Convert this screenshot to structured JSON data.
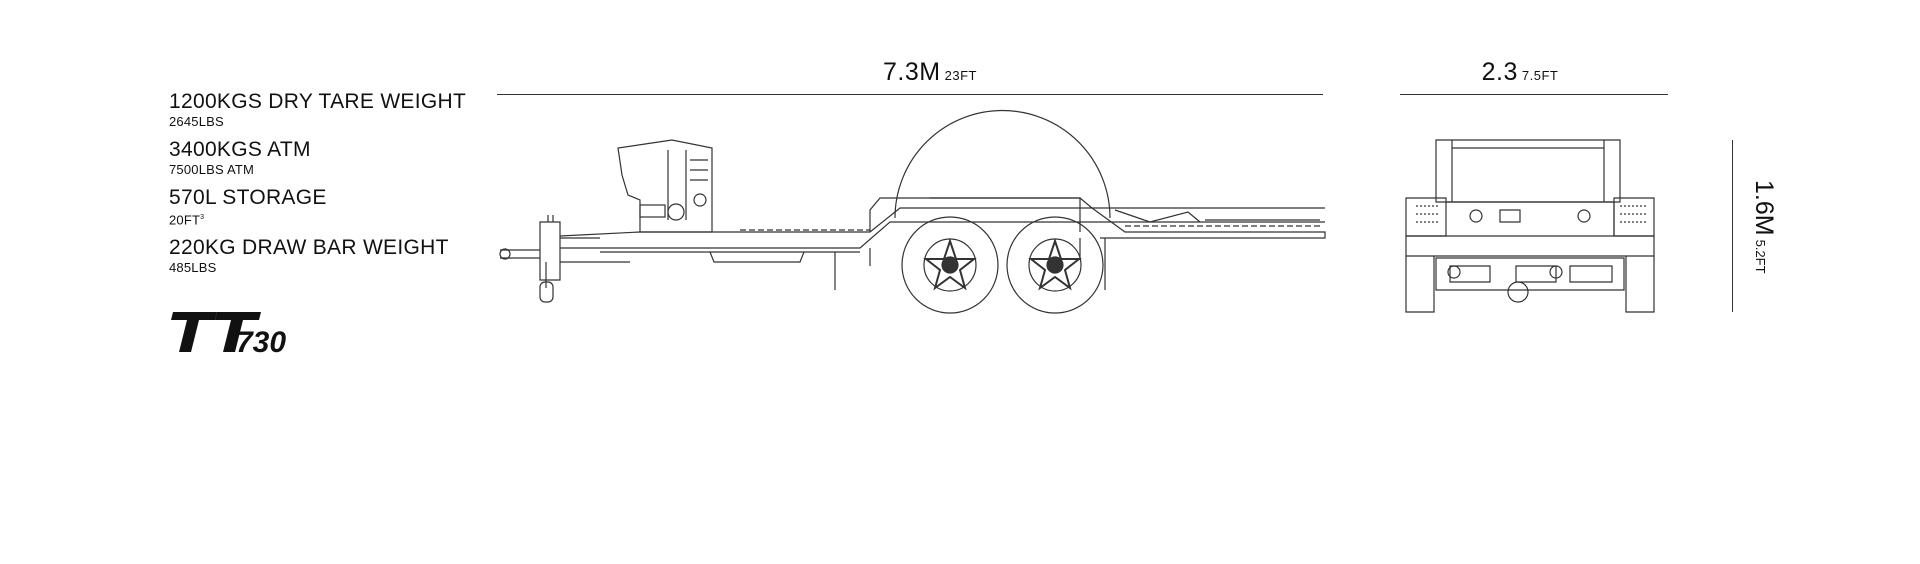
{
  "specs": [
    {
      "main": "1200KGS DRY TARE WEIGHT",
      "sub": "2645LBS"
    },
    {
      "main": "3400KGS ATM",
      "sub": "7500LBS ATM"
    },
    {
      "main": "570L STORAGE",
      "sub": "20FT",
      "sub_sup": "3"
    },
    {
      "main": "220KG DRAW BAR WEIGHT",
      "sub": "485LBS"
    }
  ],
  "logo": {
    "text": "TT730",
    "prefix": "TT",
    "number": "730"
  },
  "dimensions": {
    "length": {
      "value": "7.3M",
      "imperial": "23FT"
    },
    "width": {
      "value": "2.3",
      "imperial": "7.5FT"
    },
    "height": {
      "value": "1.6M",
      "imperial": "5.2FT"
    }
  },
  "colors": {
    "line": "#333333",
    "ink": "#111111",
    "background": "#ffffff"
  }
}
